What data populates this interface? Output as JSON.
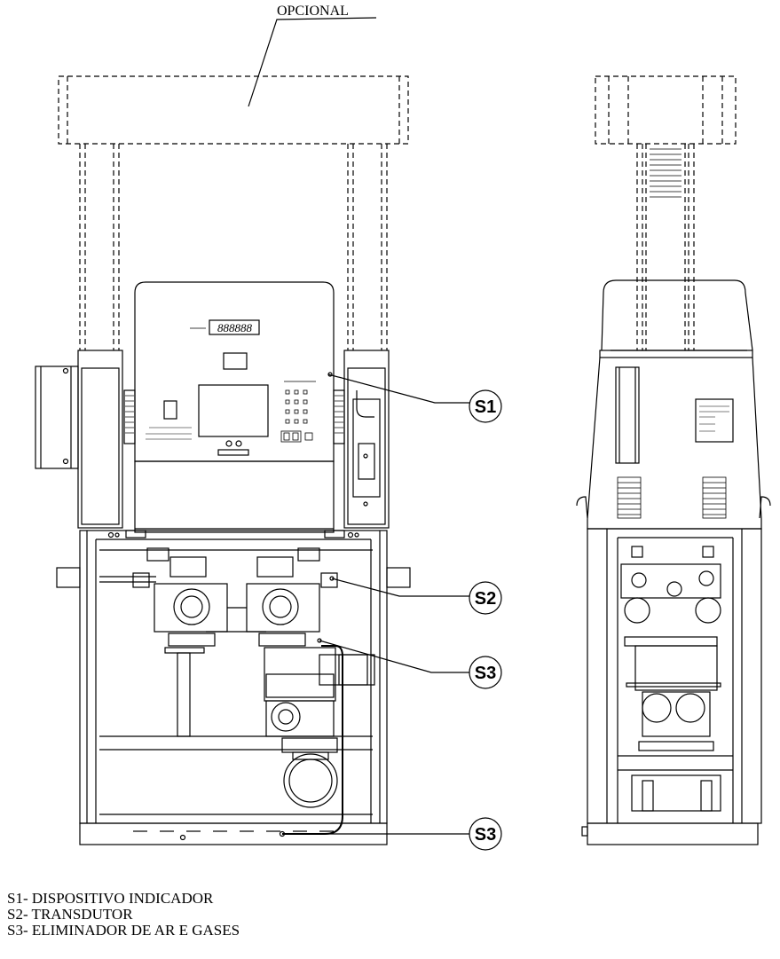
{
  "optional_label": "OPCIONAL",
  "callouts": [
    {
      "id": "S1",
      "label": "S1"
    },
    {
      "id": "S2",
      "label": "S2"
    },
    {
      "id": "S3a",
      "label": "S3"
    },
    {
      "id": "S3b",
      "label": "S3"
    }
  ],
  "display_digits": "888888",
  "legend": [
    "S1- DISPOSITIVO INDICADOR",
    "S2- TRANSDUTOR",
    "S3- ELIMINADOR DE AR E GASES"
  ]
}
